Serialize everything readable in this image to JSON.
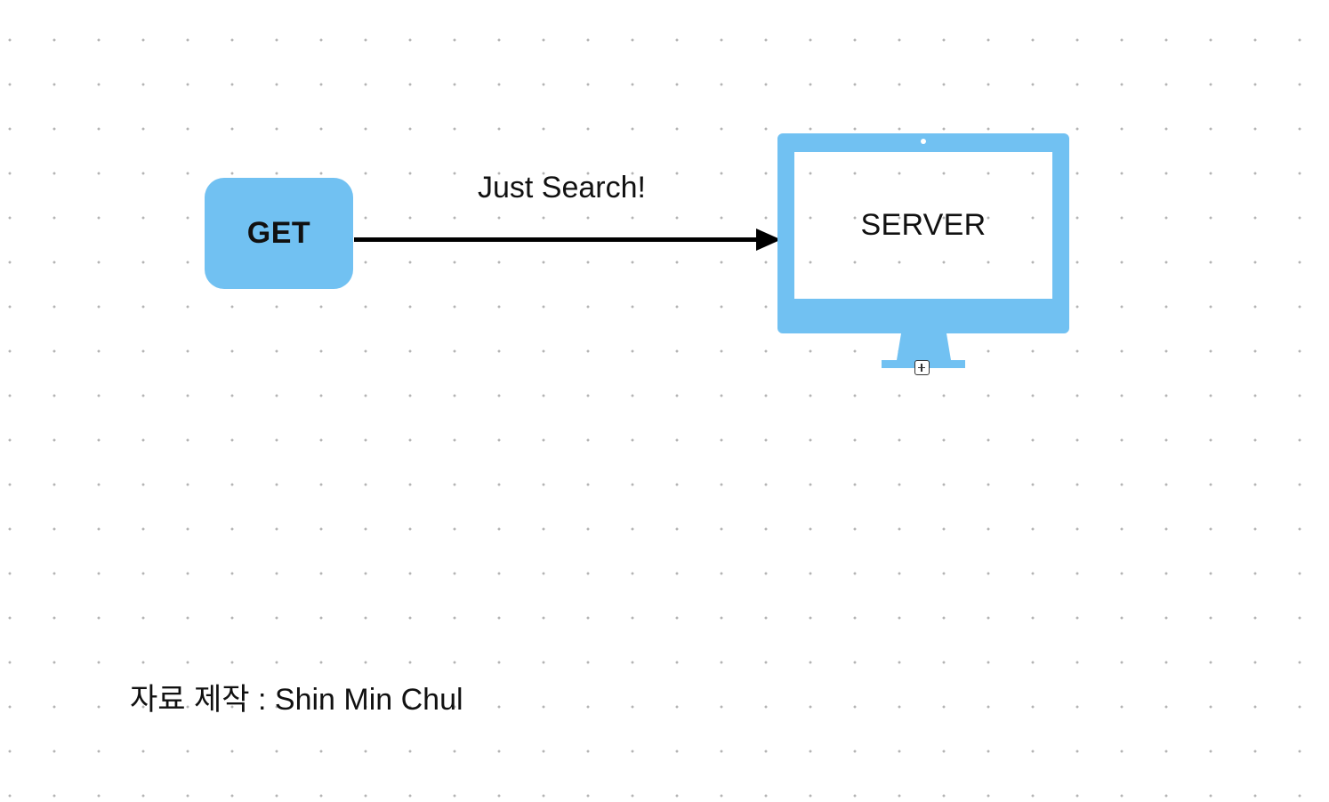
{
  "diagram": {
    "nodes": {
      "get": {
        "label": "GET",
        "icon": "rounded-box"
      },
      "server": {
        "label": "SERVER",
        "icon": "monitor-icon"
      }
    },
    "edge": {
      "from": "get",
      "to": "server",
      "label": "Just Search!"
    },
    "credit": "자료 제작 : Shin Min Chul"
  },
  "colors": {
    "node_fill": "#71c1f2",
    "text": "#111111",
    "arrow": "#000000",
    "grid_dot": "#b4b4b4",
    "background": "#ffffff"
  }
}
